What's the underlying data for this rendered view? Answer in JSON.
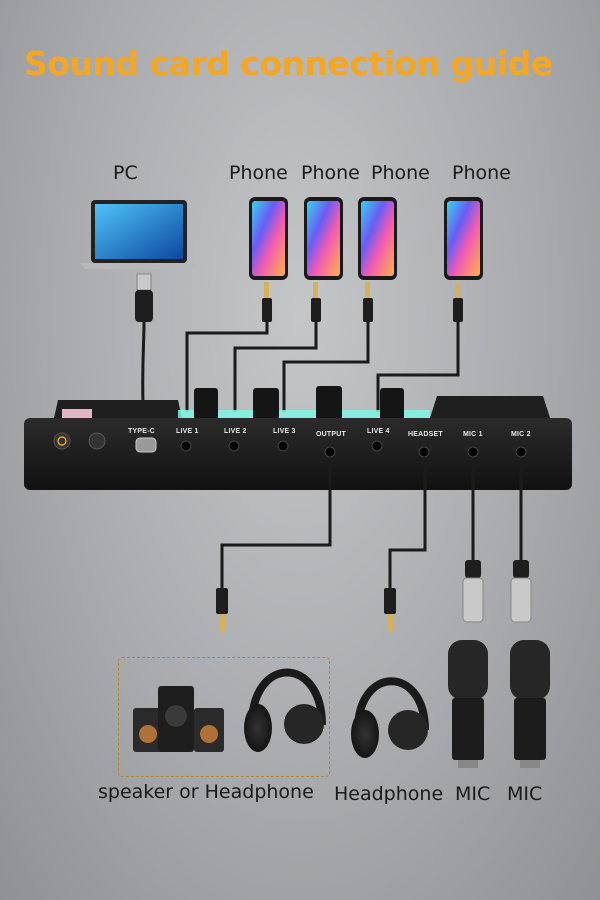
{
  "title": "Sound card connection guide",
  "top_labels": [
    "PC",
    "Phone",
    "Phone",
    "Phone",
    "Phone"
  ],
  "ports": [
    "TYPE-C",
    "LIVE 1",
    "LIVE 2",
    "LIVE 3",
    "OUTPUT",
    "LIVE 4",
    "HEADSET",
    "MIC 1",
    "MIC 2"
  ],
  "bottom_labels": [
    "speaker or Headphone",
    "Headphone",
    "MIC",
    "MIC"
  ],
  "colors": {
    "accent": "#f5a623",
    "device": "#1c1c1c",
    "glow": "#7ff5e3",
    "dash": "#b8862b"
  }
}
